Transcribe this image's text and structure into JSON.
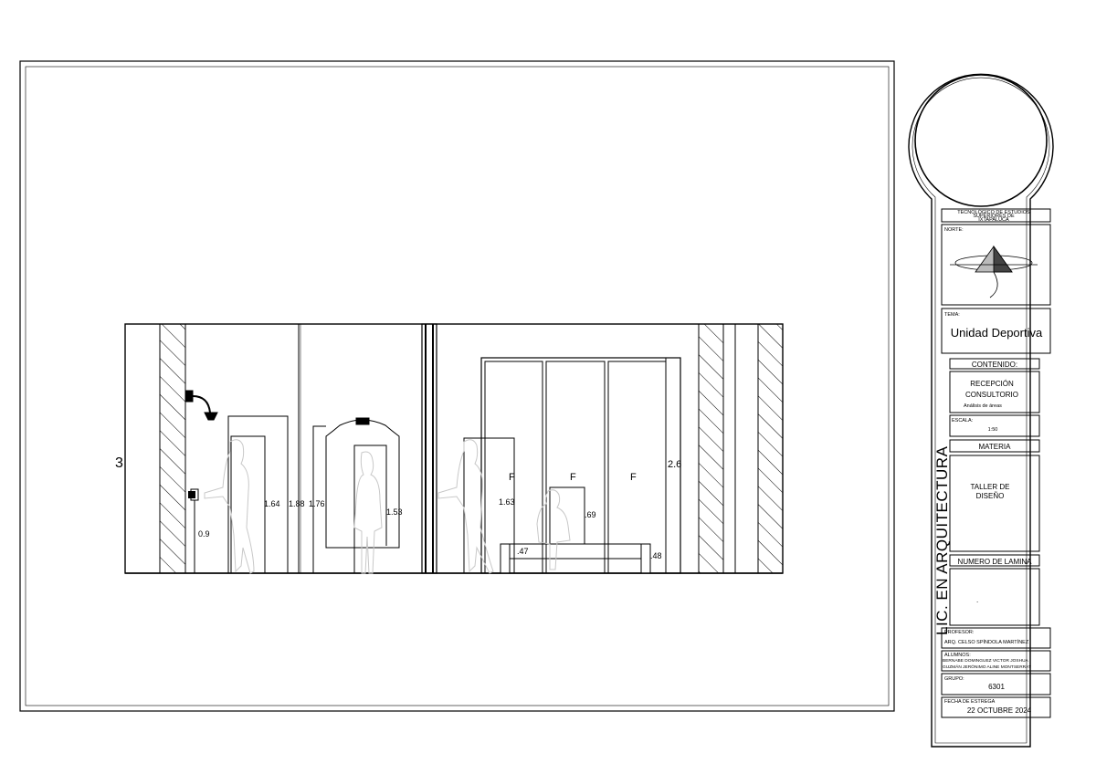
{
  "section_mark": "3",
  "dimensions": {
    "d_090": "0.9",
    "d_164": "1.64",
    "d_188": "1.88",
    "d_176": "1.76",
    "d_153": "1.53",
    "d_163": "1.63",
    "d_069": ".69",
    "d_047": ".47",
    "d_048": ".48",
    "d_260": "2.6"
  },
  "panel_tag": "F",
  "title_block": {
    "institution": [
      "TECNOLÓGICO DE ESTUDIOS",
      "SUPERIORES DE",
      "IXTAPALUCA"
    ],
    "north_label": "NORTE:",
    "tema_label": "TEMA:",
    "tema_value": "Unidad Deportiva",
    "contenido_label": "CONTENIDO:",
    "contenido_lines": [
      "RECEPCIÓN",
      "CONSULTORIO"
    ],
    "contenido_sub": "Análisis de áreas",
    "escala_label": "ESCALA:",
    "escala_value": "1:50",
    "materia_label": "MATERIA",
    "materia_lines": [
      "TALLER DE",
      "DISEÑO"
    ],
    "lamina_label": "NUMERO DE LAMINA",
    "lamina_value": ".",
    "profesor_label": "PROFESOR:",
    "profesor_value": "ARQ. CELSO SPÍNDOLA MARTÍNEZ",
    "alumnos_label": "ALUMNOS:",
    "alumnos_lines": [
      "BERNABE DOMINGUEZ VICTOR JOSHUA",
      "GUZMÁN JERÓNIMO ALINE MONTSERRAT"
    ],
    "grupo_label": "GRUPO:",
    "grupo_value": "6301",
    "fecha_label": "FECHA DE ESTREGA",
    "fecha_value": "22 OCTUBRE 2024",
    "career_vertical": "LIC. EN ARQUITECTURA"
  }
}
